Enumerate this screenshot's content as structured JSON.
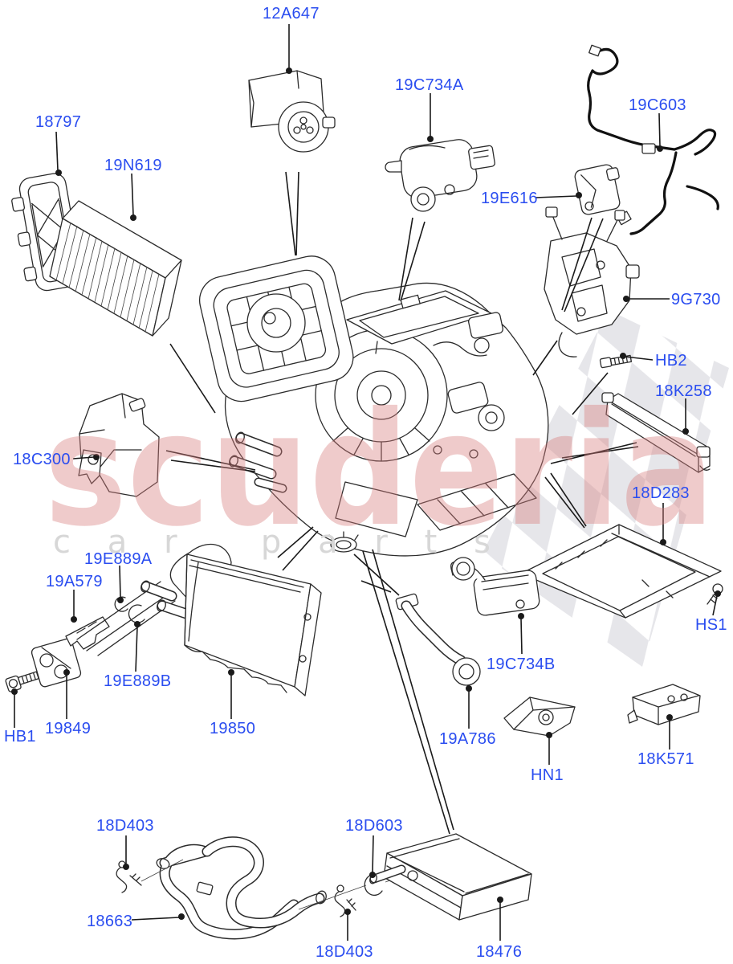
{
  "page": {
    "kind": "exploded-parts-diagram",
    "subject": "heater-and-air-conditioning-unit"
  },
  "colors": {
    "label_blue": "#2a4df0",
    "line_black": "#1a1a1a",
    "watermark_pink": "#d97f7f",
    "watermark_gray": "#d7d7d7",
    "checker_gray": "#e6e6ea",
    "background": "#ffffff"
  },
  "watermark": {
    "brand": "scuderia",
    "tagline": "car parts"
  },
  "labels": [
    {
      "id": "12A647",
      "text": "12A647"
    },
    {
      "id": "18797",
      "text": "18797"
    },
    {
      "id": "19N619",
      "text": "19N619"
    },
    {
      "id": "19C734A",
      "text": "19C734A"
    },
    {
      "id": "19C603",
      "text": "19C603"
    },
    {
      "id": "19E616",
      "text": "19E616"
    },
    {
      "id": "9G730",
      "text": "9G730"
    },
    {
      "id": "HB2",
      "text": "HB2"
    },
    {
      "id": "18K258",
      "text": "18K258"
    },
    {
      "id": "18C300",
      "text": "18C300"
    },
    {
      "id": "18D283",
      "text": "18D283"
    },
    {
      "id": "HS1",
      "text": "HS1"
    },
    {
      "id": "19E889A",
      "text": "19E889A"
    },
    {
      "id": "19A579",
      "text": "19A579"
    },
    {
      "id": "19E889B",
      "text": "19E889B"
    },
    {
      "id": "HB1",
      "text": "HB1"
    },
    {
      "id": "19849",
      "text": "19849"
    },
    {
      "id": "19850",
      "text": "19850"
    },
    {
      "id": "19C734B",
      "text": "19C734B"
    },
    {
      "id": "19A786",
      "text": "19A786"
    },
    {
      "id": "HN1",
      "text": "HN1"
    },
    {
      "id": "18K571",
      "text": "18K571"
    },
    {
      "id": "18D403-a",
      "text": "18D403"
    },
    {
      "id": "18663",
      "text": "18663"
    },
    {
      "id": "18D403-b",
      "text": "18D403"
    },
    {
      "id": "18D603",
      "text": "18D603"
    },
    {
      "id": "18476",
      "text": "18476"
    }
  ]
}
